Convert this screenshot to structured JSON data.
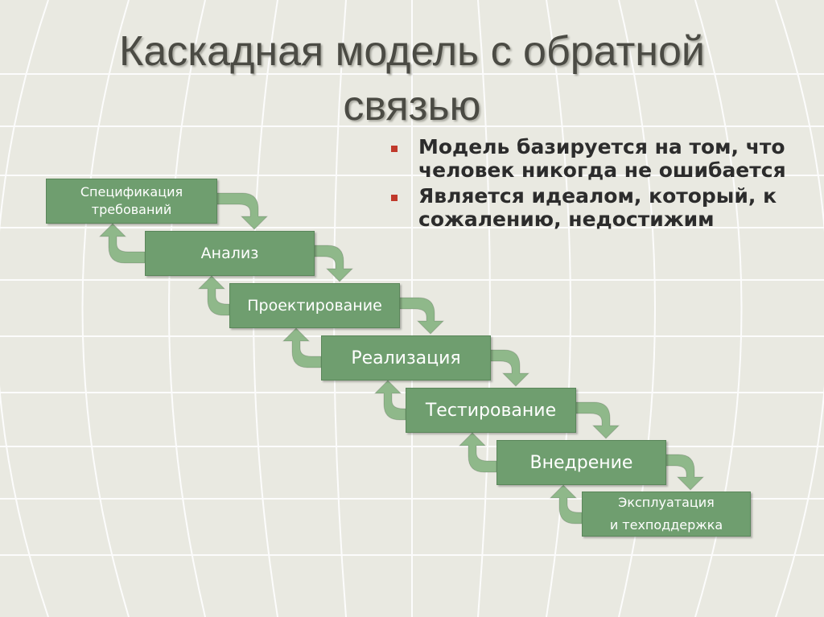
{
  "title": {
    "line1": "Каскадная модель с обратной",
    "line2": "связью"
  },
  "bullets": [
    {
      "text": "Модель базируется на том, что\nчеловек никогда не ошибается"
    },
    {
      "text": "Является идеалом, который, к\nсожалению, недостижим"
    }
  ],
  "stages": [
    {
      "label": "Спецификация\nтребований"
    },
    {
      "label": "Анализ"
    },
    {
      "label": "Проектирование"
    },
    {
      "label": "Реализация"
    },
    {
      "label": "Тестирование"
    },
    {
      "label": "Внедрение"
    },
    {
      "label": "Эксплуатация\nи техподдержка"
    }
  ],
  "colors": {
    "box_fill": "#6f9e6f",
    "arrow_fill": "#8fb88a",
    "bullet_mark": "#c0392b",
    "title_text": "#4b4b44",
    "background": "#e9e9e1"
  }
}
